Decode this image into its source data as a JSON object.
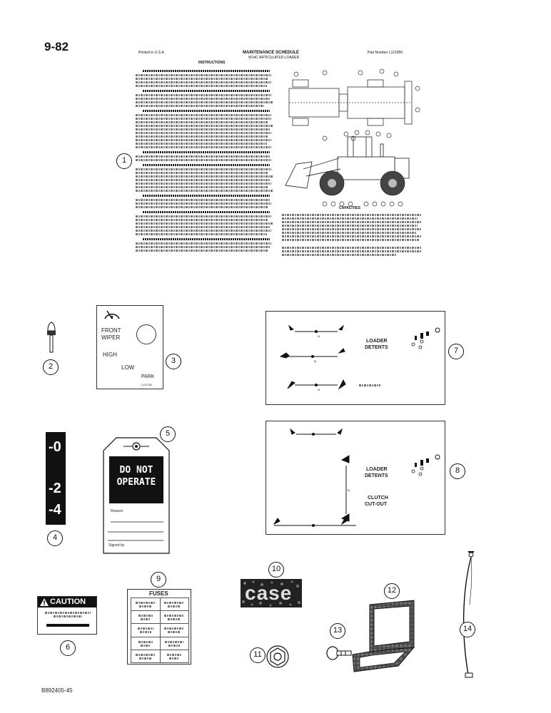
{
  "page": {
    "number": "9-82",
    "figure_code": "B892405-45"
  },
  "callouts": [
    "1",
    "2",
    "3",
    "4",
    "5",
    "6",
    "7",
    "8",
    "9",
    "10",
    "11",
    "12",
    "13",
    "14"
  ],
  "schedule": {
    "printed_in": "Printed in U.S.A.",
    "title": "MAINTENANCE SCHEDULE",
    "subtitle": "W14C ARTICULATED LOADER",
    "part_number": "Part Number L121850",
    "instructions": "INSTRUCTIONS",
    "capacities": "CAPACITIES"
  },
  "wiper_decal": {
    "title_line1": "FRONT",
    "title_line2": "WIPER",
    "high": "HIGH",
    "low": "LOW",
    "park": "PARK",
    "part": "L112761"
  },
  "gauge_decal": {
    "marks": [
      "-0",
      "-2",
      "-4"
    ]
  },
  "tag": {
    "line1": "DO NOT",
    "line2": "OPERATE",
    "reason": "Reason",
    "signed": "Signed by"
  },
  "loader_decal_7": {
    "title_line1": "LOADER",
    "title_line2": "DETENTS",
    "n_label": "N"
  },
  "loader_decal_8": {
    "title_line1": "LOADER",
    "title_line2": "DETENTS",
    "clutch_line1": "CLUTCH",
    "clutch_line2": "CUT-OUT",
    "n_label": "N"
  },
  "caution_decal": {
    "title": "CAUTION"
  },
  "fuses_decal": {
    "title": "FUSES"
  },
  "case_decal": {
    "text": "case"
  }
}
